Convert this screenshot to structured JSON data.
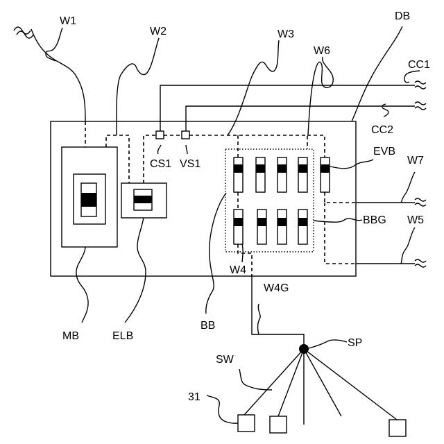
{
  "labels": {
    "w1": "W1",
    "w2": "W2",
    "w3": "W3",
    "w6": "W6",
    "db": "DB",
    "cc1": "CC1",
    "cc2": "CC2",
    "evb": "EVB",
    "w7": "W7",
    "cs1": "CS1",
    "vs1": "VS1",
    "bbg": "BBG",
    "w5": "W5",
    "w4": "W4",
    "w4g": "W4G",
    "mb": "MB",
    "elb": "ELB",
    "bb": "BB",
    "sp": "SP",
    "sw": "SW",
    "n31": "31"
  }
}
